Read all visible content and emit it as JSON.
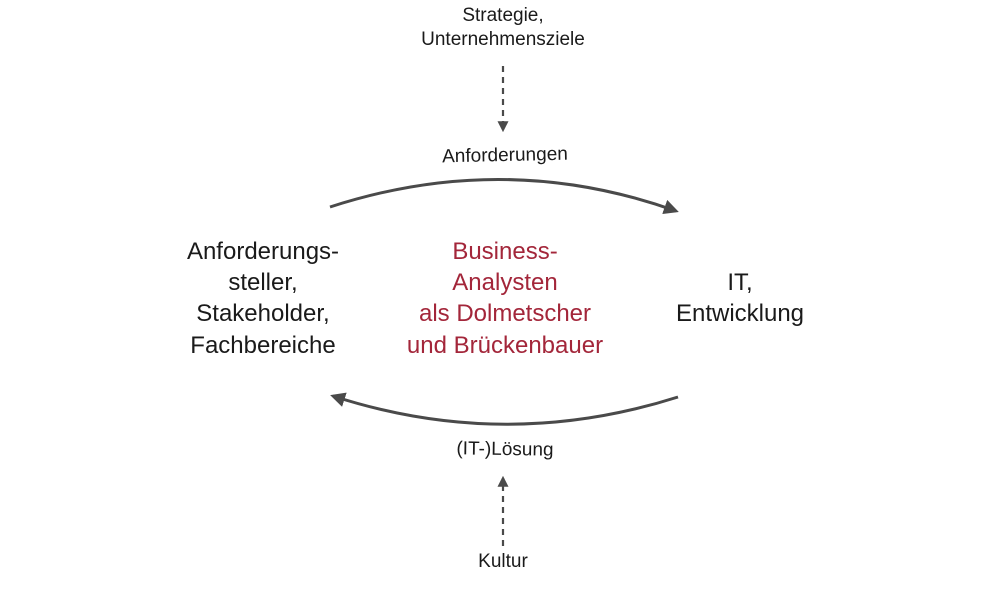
{
  "top": {
    "lines": [
      "Strategie,",
      "Unternehmensziele"
    ]
  },
  "arrow_top_label": "Anforderungen",
  "left": {
    "lines": [
      "Anforderungs-",
      "steller,",
      "Stakeholder,",
      "Fachbereiche"
    ]
  },
  "center": {
    "lines": [
      "Business-",
      "Analysten",
      "als Dolmetscher",
      "und Brückenbauer"
    ]
  },
  "right": {
    "lines": [
      "IT,",
      "Entwicklung"
    ]
  },
  "arrow_bottom_label": "(IT-)Lösung",
  "bottom": {
    "lines": [
      "Kultur"
    ]
  },
  "colors": {
    "text": "#1a1a1a",
    "accent": "#a3263a",
    "arrow": "#4a4a4a",
    "background": "#ffffff"
  }
}
